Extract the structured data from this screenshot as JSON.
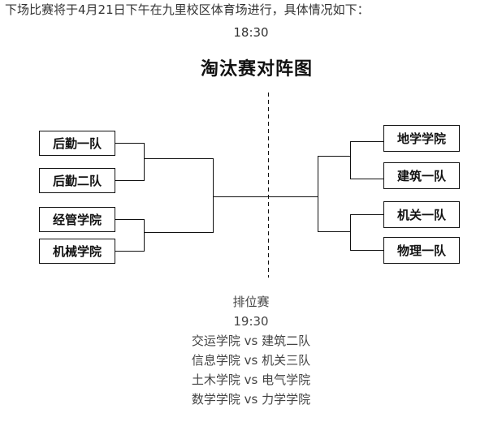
{
  "intro": {
    "text": "下场比赛将于4月21日下午在九里校区体育场进行，具体情况如下：",
    "time": "18:30"
  },
  "bracket": {
    "title": "淘汰赛对阵图",
    "left_teams": [
      "后勤一队",
      "后勤二队",
      "经管学院",
      "机械学院"
    ],
    "right_teams": [
      "地学学院",
      "建筑一队",
      "机关一队",
      "物理一队"
    ]
  },
  "placement": {
    "title": "排位赛",
    "time": "19:30",
    "matches": [
      "交运学院 vs 建筑二队",
      "信息学院 vs 机关三队",
      "土木学院 vs 电气学院",
      "数学学院 vs 力学学院"
    ]
  }
}
